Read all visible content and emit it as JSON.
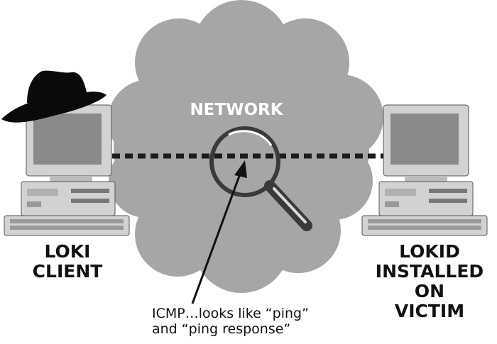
{
  "network": {
    "label": "NETWORK"
  },
  "client": {
    "line1": "LOKI",
    "line2": "CLIENT"
  },
  "victim": {
    "line1": "LOKID",
    "line2": "INSTALLED ON",
    "line3": "VICTIM"
  },
  "annotation": {
    "line1": "ICMP…looks like “ping”",
    "line2": "and “ping response”"
  },
  "icons": [
    "cloud-icon",
    "computer-icon",
    "fedora-hat-icon",
    "magnifying-glass-icon"
  ],
  "colors": {
    "cloud": "#a6a6a6",
    "computer": "#d2d2d2",
    "screen": "#8a8a8a",
    "link": "#1c1c1c",
    "hat": "#0a0a0a"
  }
}
